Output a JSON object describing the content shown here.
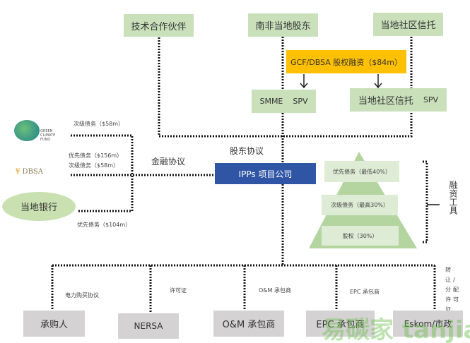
{
  "top_boxes": {
    "tech_partner": "技术合作伙伴",
    "sa_shareholders": "南非当地股东",
    "community_trust": "当地社区信托"
  },
  "equity_financing": "GCF/DBSA 股权融资（$84m）",
  "spv": {
    "smme": "SMME",
    "smme_spv": "SPV",
    "trust": "当地社区信托",
    "trust_spv": "SPV"
  },
  "shareholder_agreement": "股东协议",
  "financing_agreement": "金融协议",
  "ipp": "IPPs 项目公司",
  "lenders": {
    "gcf_logo": "GREEN CLIMATE FUND",
    "dbsa_logo": "DBSA",
    "local_bank": "当地银行",
    "gcf_debt": "次级债务（$58m）",
    "dbsa_senior": "优先债务（$156m）",
    "dbsa_sub": "次级债务（$58m）",
    "bank_senior": "优先债务（$104m）"
  },
  "pyramid": {
    "senior": "优先债务（最低40%）",
    "sub": "次级债务（最高30%）",
    "equity": "股权（30%）",
    "title": "融资工具"
  },
  "bottom": {
    "labels": {
      "ppa": "电力购买协议",
      "license": "许可证",
      "om": "O&M 承包商",
      "epc": "EPC 承包商",
      "transfer": "转让/分配许可证"
    },
    "boxes": {
      "offtaker": "承购人",
      "nersa": "NERSA",
      "om": "O&M 承包商",
      "epc": "EPC 承包商",
      "eskom": "Eskom/市政"
    }
  },
  "watermark": "易碳家 tanjiaoyi",
  "colors": {
    "green": "#c9e0bb",
    "yellow": "#ffc000",
    "blue": "#2f55a4",
    "gray": "#d4d2d2"
  }
}
